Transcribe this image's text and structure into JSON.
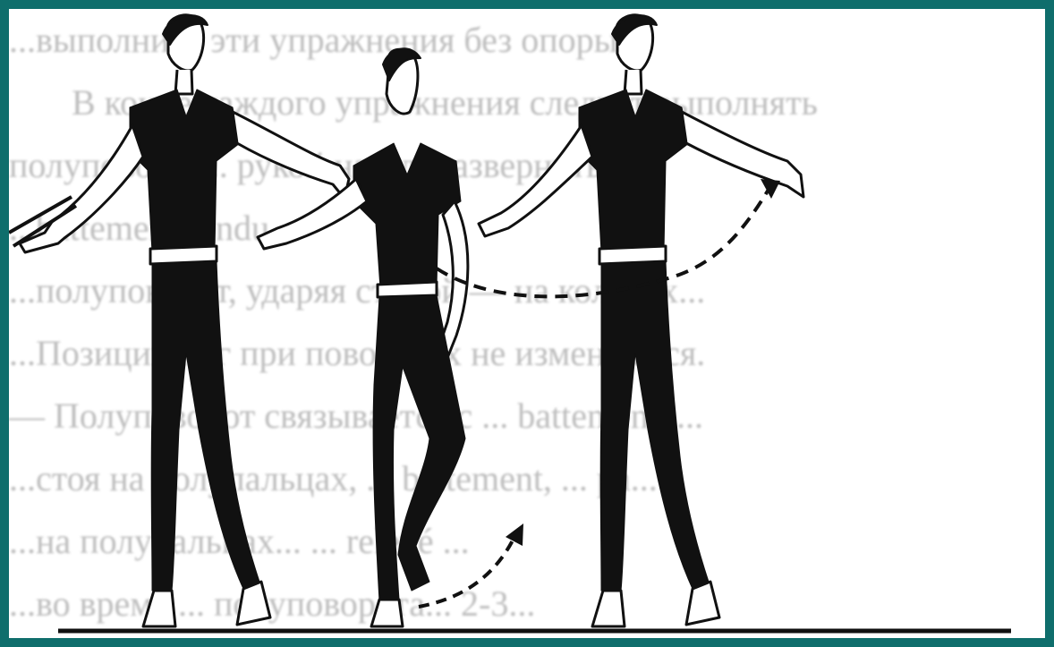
{
  "background_text_lines": [
    "...выполнить эти упражнения без опоры.",
    "В конце каждого упражнения следует выполнять",
    "полуповорот... рукой назад, развернуть",
    "...battement fondu...",
    "...полуповорот, ударяя стопой — на коленях...",
    "...Позиции ног при поворотах не изменяются.",
    "— Полуповорот связывается с ... battement, ...",
    "...стоя на полупальцах, ... battement, ... pa...",
    "...на полупальцах... ... relevé ...",
    "...во время ... полуповорота... 2-3..."
  ],
  "colors": {
    "frame": "#0f6e6c",
    "ink": "#111111",
    "paper": "#ffffff"
  },
  "figures": [
    {
      "name": "dancer-left",
      "pose": "standing-at-barre-arm-extended"
    },
    {
      "name": "dancer-middle",
      "pose": "passe-turning"
    },
    {
      "name": "dancer-right",
      "pose": "standing-arm-extended"
    }
  ]
}
